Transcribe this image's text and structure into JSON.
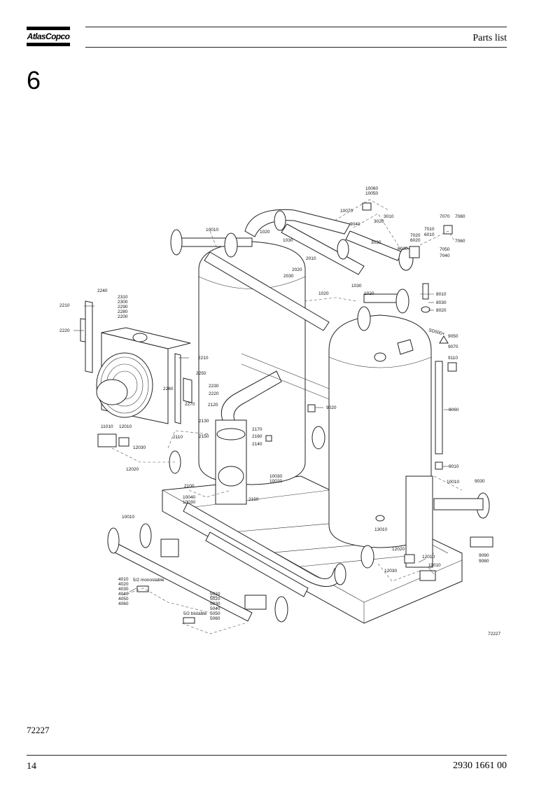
{
  "header": {
    "logo_text": "AtlasCopco",
    "title": "Parts list"
  },
  "section_number": "6",
  "footer": {
    "figure_ref": "72227",
    "page_number": "14",
    "document_number": "2930 1661 00"
  },
  "drawing": {
    "drawing_number": "72227",
    "callouts": [
      "10060",
      "10050",
      "10070",
      "9040",
      "3010",
      "3020",
      "3030",
      "7070",
      "7080",
      "7010",
      "6010",
      "7020",
      "6020",
      "7060",
      "6030",
      "7050",
      "7040",
      "10010",
      "1020",
      "1030",
      "2010",
      "2020",
      "2030",
      "1020",
      "1030",
      "1020",
      "8010",
      "8030",
      "8020",
      "2240",
      "2210",
      "2310",
      "2300",
      "2290",
      "2280",
      "2200",
      "2220",
      "9050",
      "9070",
      "9110",
      "2210",
      "2250",
      "2260",
      "2230",
      "2220",
      "2270",
      "2120",
      "9020",
      "9060",
      "11010",
      "12010",
      "2130",
      "2170",
      "2110",
      "2150",
      "2160",
      "12030",
      "2140",
      "12020",
      "9010",
      "10030",
      "10020",
      "10010",
      "9030",
      "2100",
      "10040",
      "10030",
      "2150",
      "13010",
      "10010",
      "9090",
      "9080",
      "12020",
      "12010",
      "12030",
      "11010",
      "4010",
      "4020",
      "4030",
      "4040",
      "4050",
      "4060",
      "5010",
      "5020",
      "5030",
      "5040",
      "5050",
      "5060"
    ],
    "notes": [
      "5/2 monostable",
      "5/2 bistable",
      "SD500+"
    ]
  }
}
